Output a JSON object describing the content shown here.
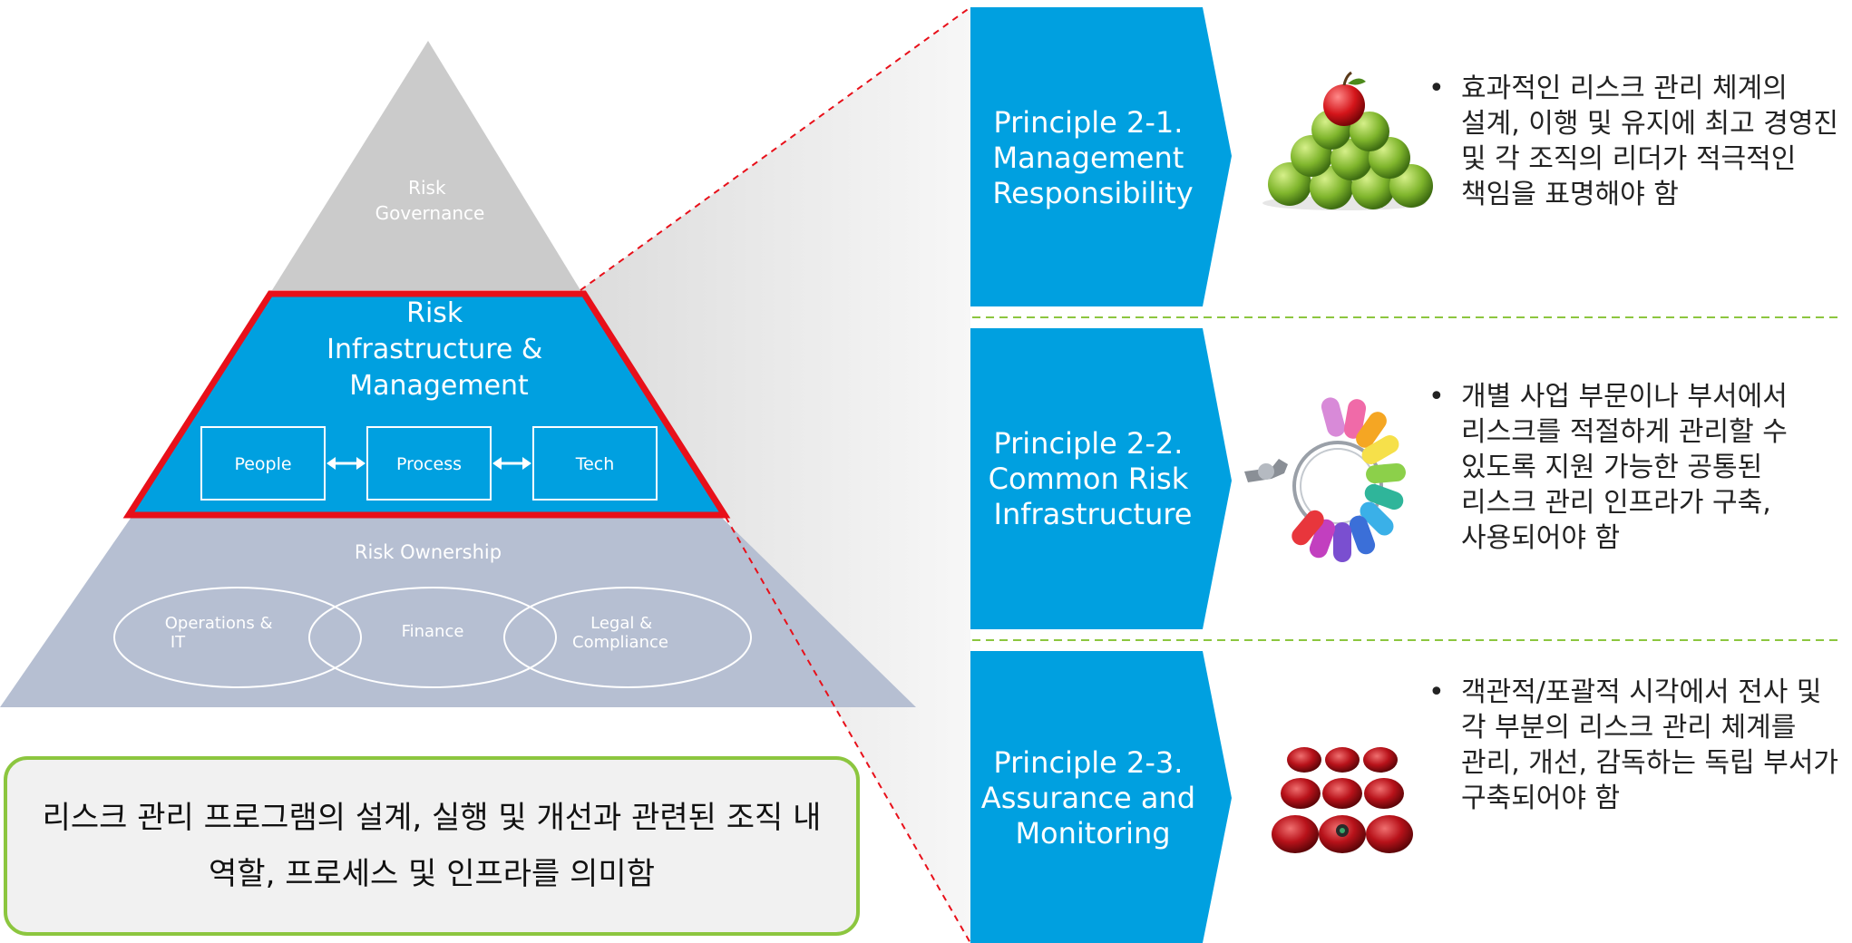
{
  "pyramid": {
    "top_label": [
      "Risk",
      "Governance"
    ],
    "middle_label": [
      "Risk",
      "Infrastructure &",
      "Management"
    ],
    "boxes": [
      "People",
      "Process",
      "Tech"
    ],
    "bottom_title": "Risk Ownership",
    "ellipses": [
      [
        "Operations &",
        "IT"
      ],
      [
        "Finance"
      ],
      [
        "Legal &",
        "Compliance"
      ]
    ]
  },
  "summary": [
    "리스크 관리 프로그램의 설계, 실행 및 개선과 관련된 조직 내",
    "역할, 프로세스 및 인프라를 의미함"
  ],
  "principles": [
    {
      "title": [
        "Principle 2-1.",
        "Management",
        "Responsibility"
      ],
      "image": "apple-pyramid-icon",
      "description": [
        "효과적인 리스크 관리 체계의",
        "설계, 이행 및 유지에 최고 경영진",
        "및 각 조직의 리더가 적극적인",
        "책임을 표명해야 함"
      ]
    },
    {
      "title": [
        "Principle 2-2.",
        "Common Risk",
        "Infrastructure"
      ],
      "image": "keyring-tags-icon",
      "description": [
        "개별 사업 부문이나 부서에서",
        "리스크를 적절하게 관리할 수",
        "있도록 지원 가능한 공통된",
        "리스크 관리 인프라가 구축,",
        "사용되어야 함"
      ]
    },
    {
      "title": [
        "Principle 2-3.",
        "Assurance and",
        "Monitoring"
      ],
      "image": "red-buttons-grid-icon",
      "description": [
        "객관적/포괄적 시각에서 전사 및",
        "각 부분의 리스크 관리 체계를",
        "관리, 개선, 감독하는 독립 부서가",
        "구축되어야 함"
      ]
    }
  ],
  "colors": {
    "accent_blue": "#00a0e0",
    "highlight_red": "#e8101a",
    "divider_green": "#8cc63f",
    "top_grey": "#cbcbcb",
    "bottom_slate": "#b6bfd2"
  }
}
